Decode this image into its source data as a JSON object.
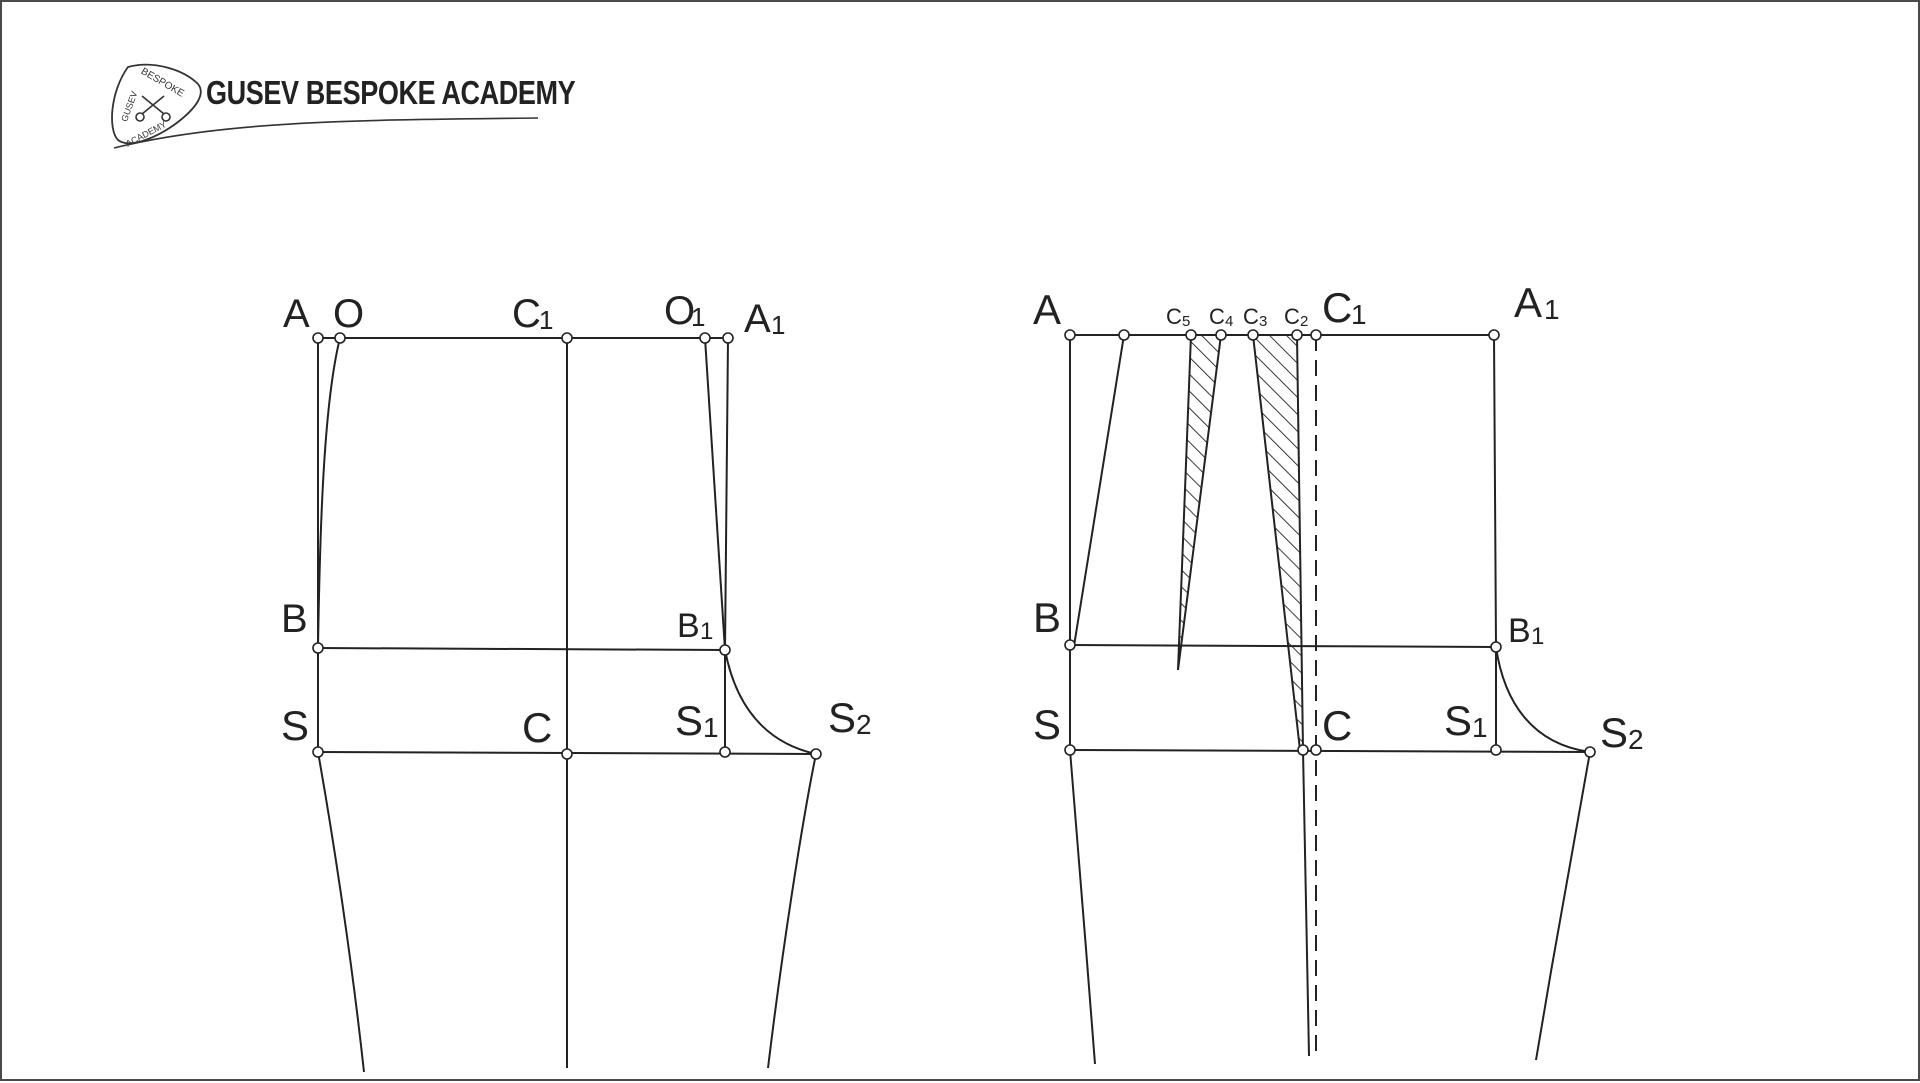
{
  "brand": {
    "name": "GUSEV BESPOKE ACADEMY",
    "emblem_top": "BESPOKE",
    "emblem_left": "GUSEV",
    "emblem_bottom": "ACADEMY"
  },
  "left_drawing_labels": {
    "A": "A",
    "O": "O",
    "C1": "C",
    "O1": "O",
    "A1": "A",
    "B": "B",
    "B1": "B",
    "S": "S",
    "C": "C",
    "S1": "S",
    "S2": "S"
  },
  "right_drawing_labels": {
    "A": "A",
    "C5": "C",
    "C4": "C",
    "C3": "C",
    "C2": "C",
    "C1": "C",
    "A1": "A",
    "B": "B",
    "B1": "B",
    "S": "S",
    "C": "C",
    "S1": "S",
    "S2": "S"
  },
  "subscripts": {
    "one": "1",
    "two": "2",
    "three": "3",
    "four": "4",
    "five": "5"
  },
  "colors": {
    "ink": "#222222",
    "border": "#4a4a4a",
    "paper": "#ffffff"
  }
}
